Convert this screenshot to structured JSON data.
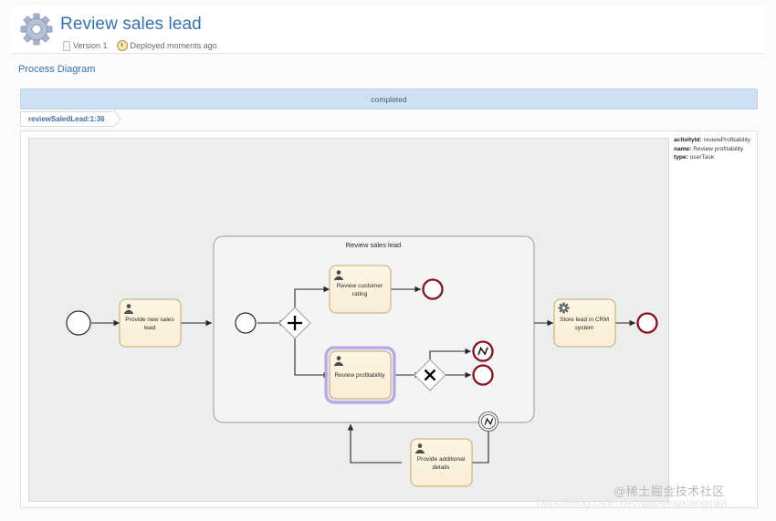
{
  "header": {
    "title": "Review sales lead",
    "gear_icon": "gear-icon",
    "version_icon": "document-icon",
    "version_label": "Version 1",
    "deployed_icon": "clock-icon",
    "deployed_label": "Deployed moments ago"
  },
  "tabs": {
    "process_diagram": "Process Diagram"
  },
  "status": {
    "label": "completed",
    "color": "#cfe0f5"
  },
  "breadcrumb": {
    "label": "reviewSaledLead:1:36"
  },
  "info_panel": {
    "rows": [
      {
        "key": "activityId:",
        "value": "reviewProfitability"
      },
      {
        "key": "name:",
        "value": "Review profitability"
      },
      {
        "key": "type:",
        "value": "userTask"
      }
    ]
  },
  "diagram": {
    "subprocess_label": "Review sales lead",
    "tasks": [
      {
        "id": "provideNewSalesLead",
        "label": "Provide new sales lead",
        "icon": "user-task-icon",
        "selected": false
      },
      {
        "id": "reviewCustomerRating",
        "label": "Review customer rating",
        "icon": "user-task-icon",
        "selected": false
      },
      {
        "id": "reviewProfitability",
        "label": "Review profitability",
        "icon": "user-task-icon",
        "selected": true
      },
      {
        "id": "provideAdditionalDetails",
        "label": "Provide additional details",
        "icon": "user-task-icon",
        "selected": false
      },
      {
        "id": "storeLeadInCrmSystem",
        "label": "Store lead in CRM system",
        "icon": "service-task-icon",
        "selected": false
      }
    ],
    "gateways": [
      {
        "id": "parallelGateway",
        "type": "parallel",
        "glyph": "+"
      },
      {
        "id": "exclusiveGateway",
        "type": "exclusive",
        "glyph": "X"
      }
    ],
    "events": [
      {
        "id": "startEventOuter",
        "type": "start"
      },
      {
        "id": "startEventInner",
        "type": "start"
      },
      {
        "id": "endEventCustomerRating",
        "type": "end"
      },
      {
        "id": "endEventError",
        "type": "end-error"
      },
      {
        "id": "endEventProfitability",
        "type": "end"
      },
      {
        "id": "boundaryErrorEvent",
        "type": "boundary-error"
      },
      {
        "id": "endEventCrm",
        "type": "end"
      }
    ]
  },
  "watermark": {
    "text": "@稀土掘金技术社区",
    "url": "https://blog.csdn.net/ajianyingxiaoqinjia"
  }
}
